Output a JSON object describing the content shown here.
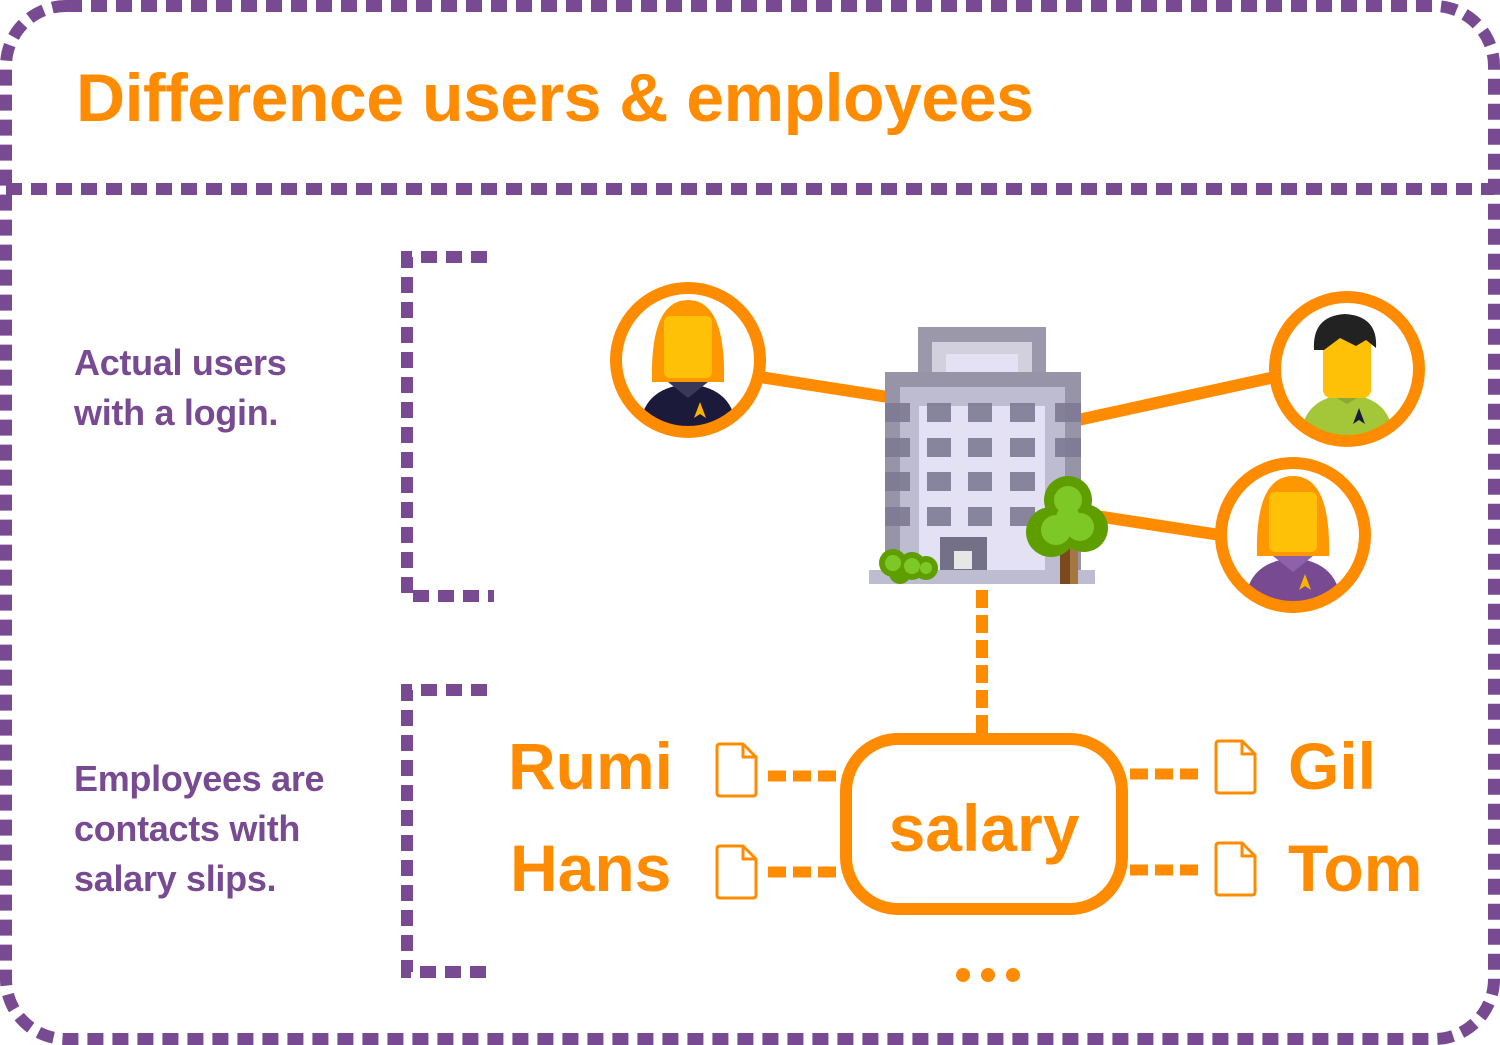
{
  "title": "Difference users & employees",
  "colors": {
    "accent_orange": "#FF8C00",
    "frame_purple": "#784A92"
  },
  "sections": {
    "users": {
      "caption": "Actual users\nwith a login.",
      "hub": "building-icon",
      "members": [
        {
          "avatar": "female-user-avatar",
          "shirt_color": "#1B1A3A"
        },
        {
          "avatar": "male-user-avatar",
          "shirt_color": "#A4C639"
        },
        {
          "avatar": "female-user-avatar",
          "shirt_color": "#784A92"
        }
      ]
    },
    "employees": {
      "caption": "Employees are\ncontacts with\nsalary slips.",
      "hub_label": "salary",
      "names_left": [
        "Rumi",
        "Hans"
      ],
      "names_right": [
        "Gil",
        "Tom"
      ],
      "more_indicator": "..."
    }
  }
}
